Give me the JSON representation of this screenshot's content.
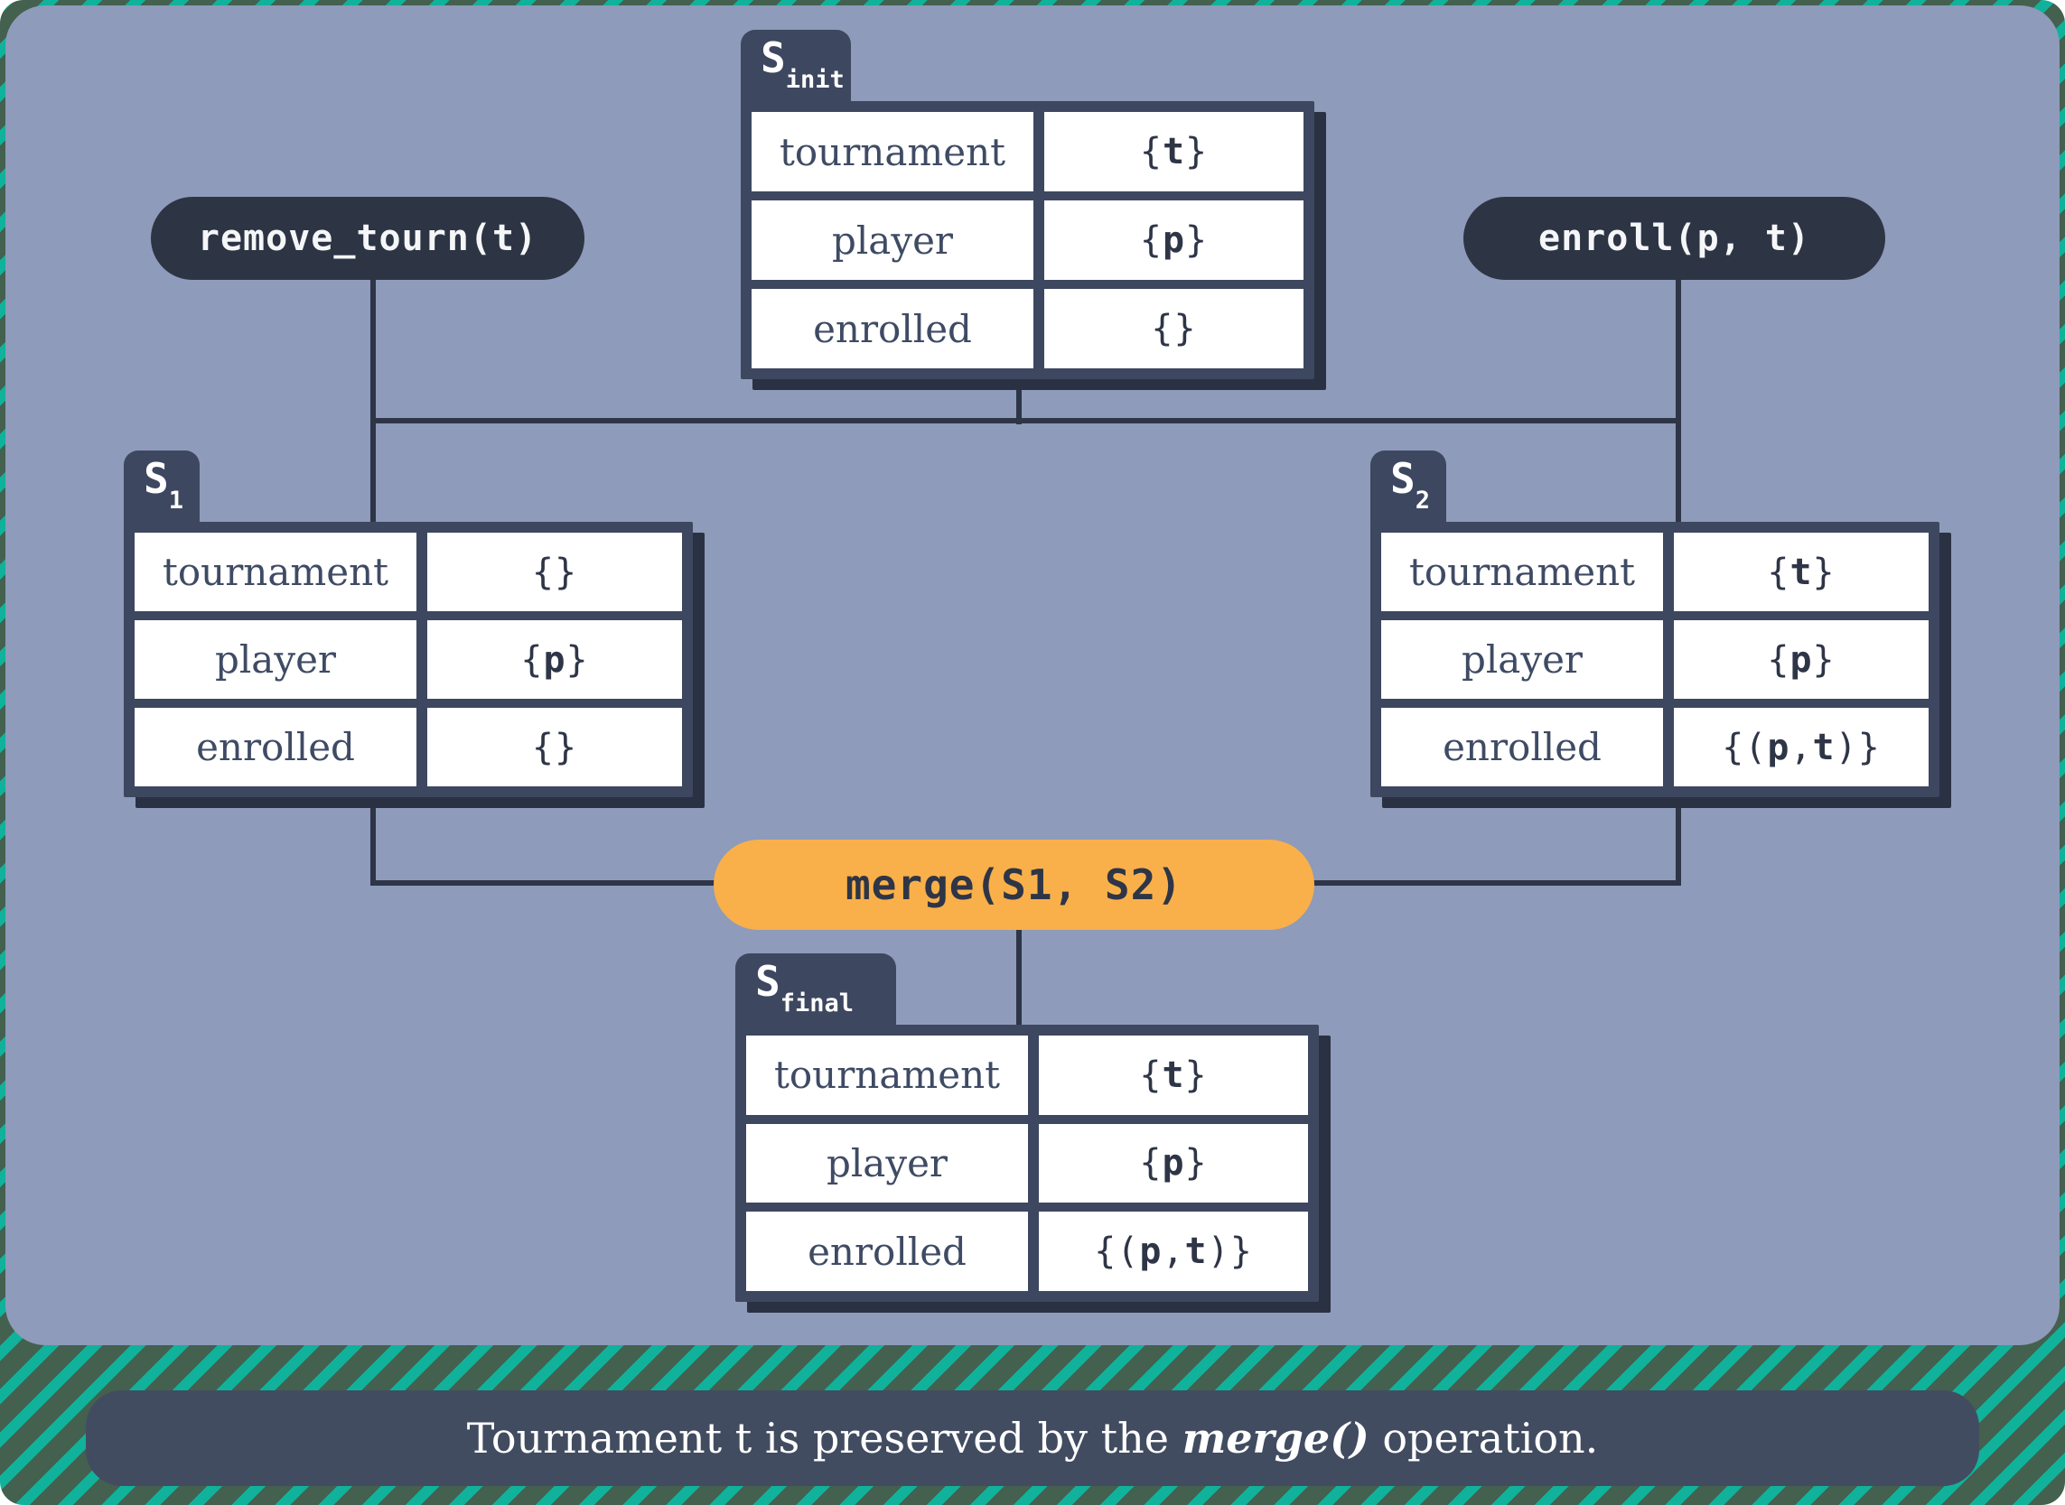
{
  "palette": {
    "panel_bg": "#8e9bba",
    "dark_navy": "#2d3444",
    "frame_navy": "#3d4760",
    "shadow_navy": "#2a3143",
    "line_navy": "#2e3547",
    "cell_bg": "#ffffff",
    "label_text": "#3f4b64",
    "accent_orange": "#f9b04a",
    "stripe_teal": "#10b29b",
    "stripe_green": "#44604f",
    "caption_bg": "#424c60",
    "caption_text": "#ffffff"
  },
  "pills": {
    "remove": {
      "label": "remove_tourn(t)"
    },
    "enroll": {
      "label": "enroll(p, t)"
    },
    "merge": {
      "label": "merge(S1, S2)"
    }
  },
  "tables": {
    "s_init": {
      "name": "S",
      "subscript": "init",
      "rows": [
        {
          "label": "tournament",
          "value": "{t}"
        },
        {
          "label": "player",
          "value": "{p}"
        },
        {
          "label": "enrolled",
          "value": "{}"
        }
      ]
    },
    "s1": {
      "name": "S",
      "subscript": "1",
      "rows": [
        {
          "label": "tournament",
          "value": "{}"
        },
        {
          "label": "player",
          "value": "{p}"
        },
        {
          "label": "enrolled",
          "value": "{}"
        }
      ]
    },
    "s2": {
      "name": "S",
      "subscript": "2",
      "rows": [
        {
          "label": "tournament",
          "value": "{t}"
        },
        {
          "label": "player",
          "value": "{p}"
        },
        {
          "label": "enrolled",
          "value": "{(p, t)}"
        }
      ]
    },
    "s_final": {
      "name": "S",
      "subscript": "final",
      "rows": [
        {
          "label": "tournament",
          "value": "{t}"
        },
        {
          "label": "player",
          "value": "{p}"
        },
        {
          "label": "enrolled",
          "value": "{(p, t)}"
        }
      ]
    }
  },
  "caption": {
    "pre": "Tournament t is preserved by the ",
    "highlight": "merge()",
    "post": " operation."
  }
}
